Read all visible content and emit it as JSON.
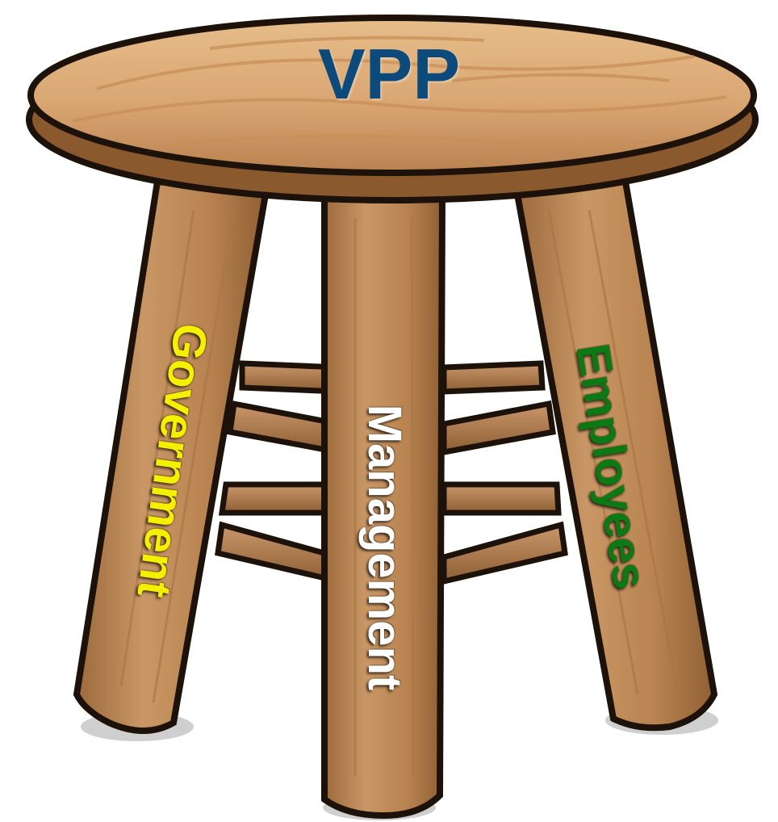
{
  "seat_label": "VPP",
  "legs": {
    "left": "Government",
    "center": "Management",
    "right": "Employees"
  },
  "colors": {
    "seat_text": "#0b4a7a",
    "left_leg_text": "#f4f000",
    "center_leg_text": "#ffffff",
    "right_leg_text": "#0c7a12",
    "wood": "#c58f58",
    "wood_dark": "#8a5a2e",
    "outline": "#1c120a"
  }
}
